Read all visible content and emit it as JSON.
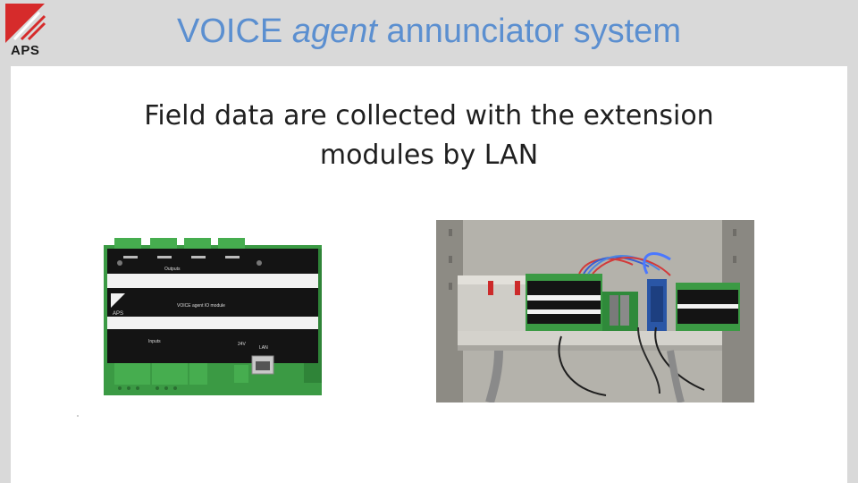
{
  "header": {
    "logo_text": "APS",
    "title_prefix": "VOICE ",
    "title_emph": "agent",
    "title_suffix": " annunciator system",
    "title_color": "#5b8fd0"
  },
  "slide": {
    "caption_line1": "Field data are collected with the extension",
    "caption_line2": "modules by LAN"
  },
  "module_photo": {
    "label_outputs": "Outputs",
    "label_inputs": "Inputs",
    "label_brand": "APS",
    "label_module": "VOICE agent IO module",
    "label_24v": "24V",
    "label_lan": "LAN"
  },
  "colors": {
    "background": "#d9d9d9",
    "slide": "#ffffff",
    "terminal_green": "#3fa34a",
    "board_black": "#141414"
  }
}
